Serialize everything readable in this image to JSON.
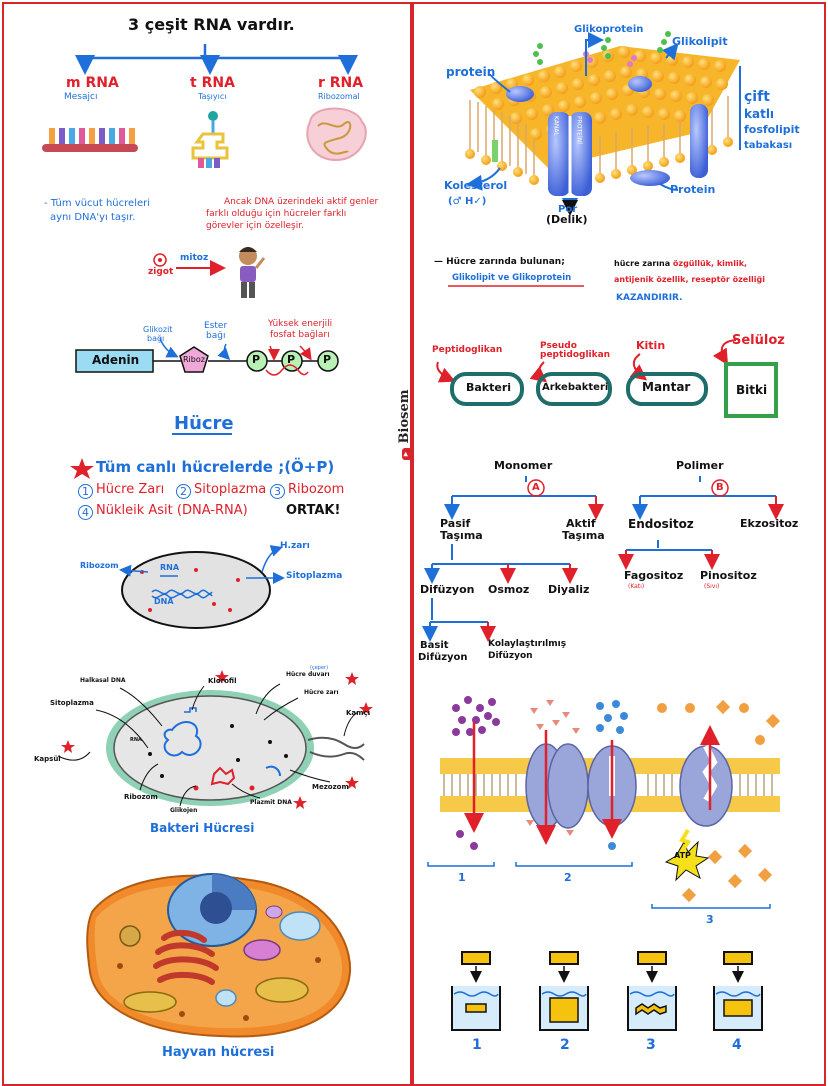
{
  "watermark": "Biosem",
  "rna": {
    "title": "3 çeşit RNA vardır.",
    "types": [
      {
        "name": "m RNA",
        "desc": "Mesajcı"
      },
      {
        "name": "t RNA",
        "desc": "Taşıyıcı"
      },
      {
        "name": "r RNA",
        "desc": "Ribozomal"
      }
    ],
    "note_left": [
      "- Tüm vücut hücreleri",
      "aynı DNA'yı taşır."
    ],
    "note_right": [
      "Ancak DNA üzerindeki aktif genler",
      "farklı olduğu için hücreler farklı",
      "görevler için özelleşir."
    ],
    "mitoz": "mitoz",
    "zigot": "zigot"
  },
  "atp": {
    "glikozit": [
      "Glikozit",
      "bağı"
    ],
    "ester": [
      "Ester",
      "bağı"
    ],
    "high_energy": [
      "Yüksek enerjili",
      "fosfat bağları"
    ],
    "adenin": "Adenin",
    "riboz": "Riboz",
    "p": "P"
  },
  "cell": {
    "title": "Hücre",
    "line1": "Tüm canlı hücrelerde ;(Ö+P)",
    "items": [
      {
        "n": "1",
        "label": "Hücre Zarı"
      },
      {
        "n": "2",
        "label": "Sitoplazma"
      },
      {
        "n": "3",
        "label": "Ribozom"
      },
      {
        "n": "4",
        "label": "Nükleik Asit (DNA-RNA)"
      }
    ],
    "ortak": "ORTAK!",
    "simple_labels": {
      "ribozom": "Ribozom",
      "rna": "RNA",
      "dna": "DNA",
      "hzari": "H.zarı",
      "sitoplazma": "Sitoplazma"
    }
  },
  "bacteria": {
    "labels": {
      "halkasal": "Halkasal DNA",
      "klorofil": "Klorofil",
      "cepeer": "(çeper)",
      "duvar": "Hücre duvarı",
      "zar": "Hücre zarı",
      "sitoplazma": "Sitoplazma",
      "kamci": "Kamçı",
      "rna": "RNA",
      "kapsul": "Kapsül",
      "mezozom": "Mezozom",
      "ribozom": "Ribozom",
      "glikojen": "Glikojen",
      "plazmit": "Plazmit DNA"
    },
    "title": "Bakteri Hücresi"
  },
  "animal": {
    "title": "Hayvan hücresi"
  },
  "membrane": {
    "labels": {
      "glikoprotein": "Glikoprotein",
      "glikolipit": "Glikolipit",
      "protein_top": "protein",
      "cift": [
        "çift",
        "katlı",
        "fosfolipit",
        "tabakası"
      ],
      "kolesterol": "Kolesterol",
      "kolesterol_note": "(♂ H✓)",
      "kanal": "KANAL",
      "proteini": "PROTEİNİ",
      "por": "Por",
      "delik": "(Delik)",
      "protein_bottom": "Protein"
    }
  },
  "zar_note": {
    "left": [
      "— Hücre zarında bulunan;",
      "Glikolipit ve Glikoprotein"
    ],
    "right_1a": "hücre zarına ",
    "right_1b": "özgüllük, kimlik,",
    "right_2": "antijenik özellik, reseptör özelliği",
    "right_3": "KAZANDIRIR."
  },
  "walls": [
    {
      "wall": "Peptidoglikan",
      "org": "Bakteri"
    },
    {
      "wall": "Pseudo peptidoglikan",
      "org": "Arkebakteri"
    },
    {
      "wall": "Kitin",
      "org": "Mantar"
    },
    {
      "wall": "Selüloz",
      "org": "Bitki"
    }
  ],
  "transport": {
    "monomer": "Monomer",
    "polimer": "Polimer",
    "a": "A",
    "b": "B",
    "pasif": [
      "Pasif",
      "Taşıma"
    ],
    "aktif": [
      "Aktif",
      "Taşıma"
    ],
    "endositoz": "Endositoz",
    "ekzositoz": "Ekzositoz",
    "difuzyon": "Difüzyon",
    "osmoz": "Osmoz",
    "diyaliz": "Diyaliz",
    "fagositoz": "Fagositoz",
    "katı": "(Katı)",
    "pinositoz": "Pinositoz",
    "sivi": "(Sıvı)",
    "basit": [
      "Basit",
      "Difüzyon"
    ],
    "kolay": [
      "Kolaylaştırılmış",
      "Difüzyon"
    ],
    "nums": [
      "1",
      "2",
      "3"
    ],
    "atp": "ATP"
  },
  "beakers": [
    "1",
    "2",
    "3",
    "4"
  ]
}
